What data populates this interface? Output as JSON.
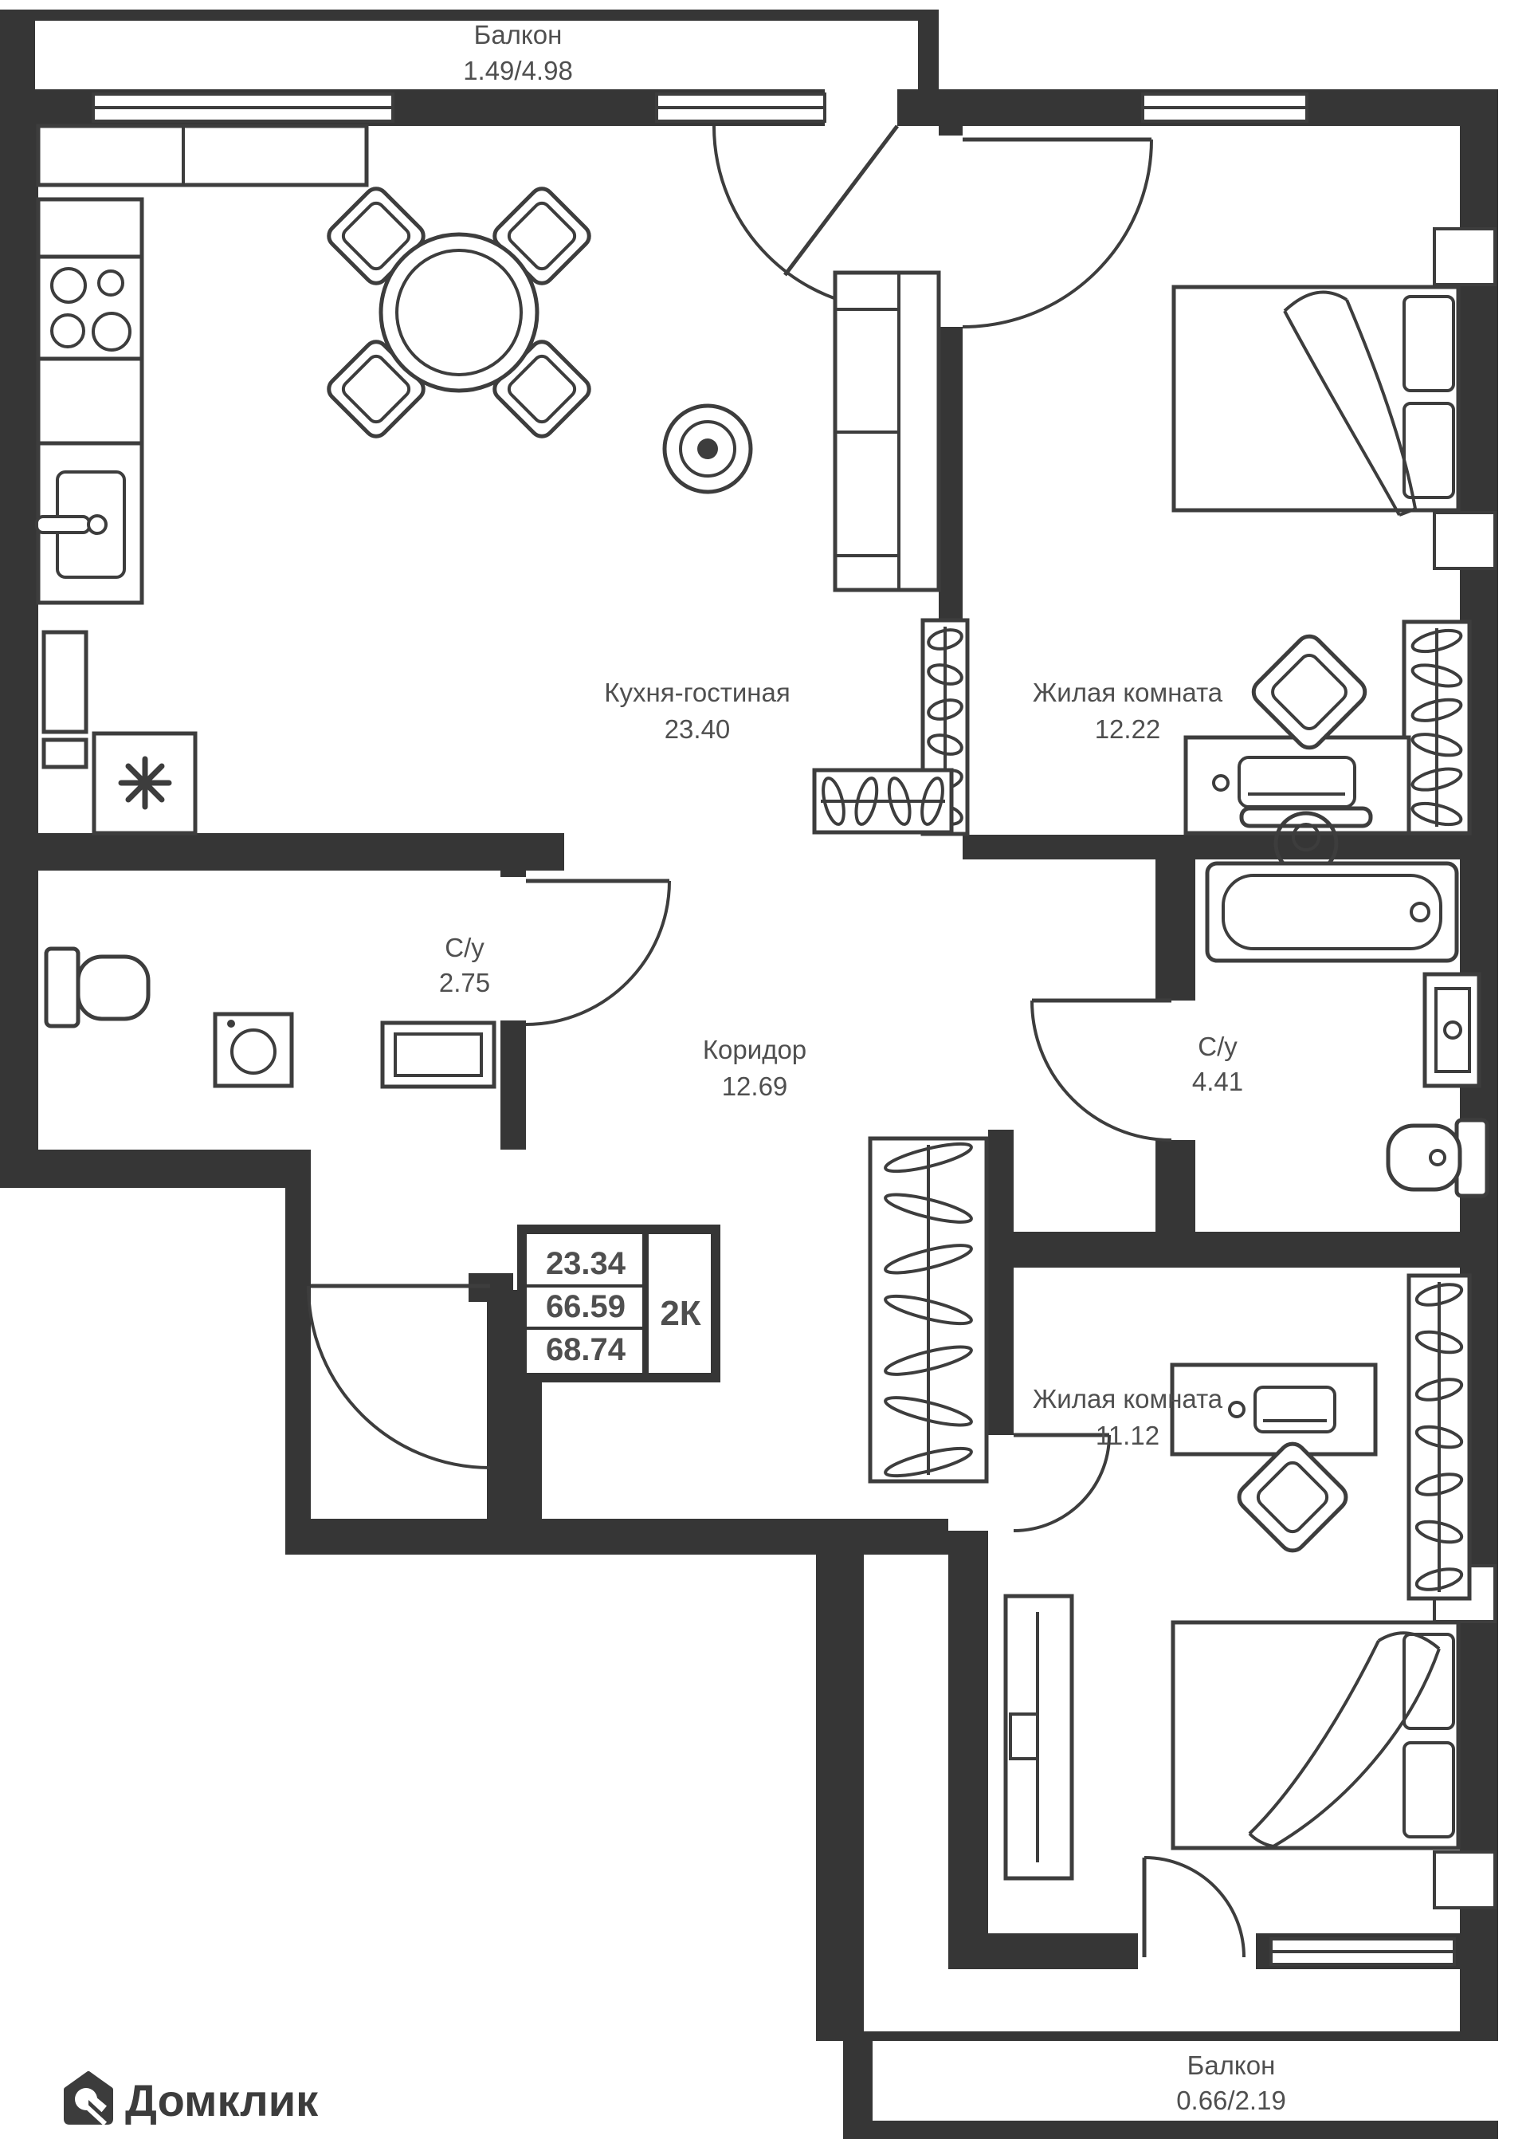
{
  "colors": {
    "wall": "#363636",
    "furniture_line": "#3d3d3d",
    "label_text": "#4f4f4f",
    "background": "#ffffff"
  },
  "balcony_top": {
    "name": "Балкон",
    "dims": "1.49/4.98"
  },
  "balcony_bottom": {
    "name": "Балкон",
    "dims": "0.66/2.19"
  },
  "rooms": {
    "kitchen_living": {
      "name": "Кухня-гостиная",
      "area": "23.40"
    },
    "bedroom_top": {
      "name": "Жилая комната",
      "area": "12.22"
    },
    "bedroom_bottom": {
      "name": "Жилая комната",
      "area": "11.12"
    },
    "wc_small": {
      "name": "С/у",
      "area": "2.75"
    },
    "wc_large": {
      "name": "С/у",
      "area": "4.41"
    },
    "corridor": {
      "name": "Коридор",
      "area": "12.69"
    }
  },
  "info_box": {
    "values": [
      "23.34",
      "66.59",
      "68.74"
    ],
    "type": "2К"
  },
  "logo": {
    "text": "Домклик"
  },
  "icons": {
    "refrigerator-icon": "snowflake-asterisk",
    "ceiling-lamp-icon": "concentric-circles",
    "radiator-icon": "rosette"
  }
}
